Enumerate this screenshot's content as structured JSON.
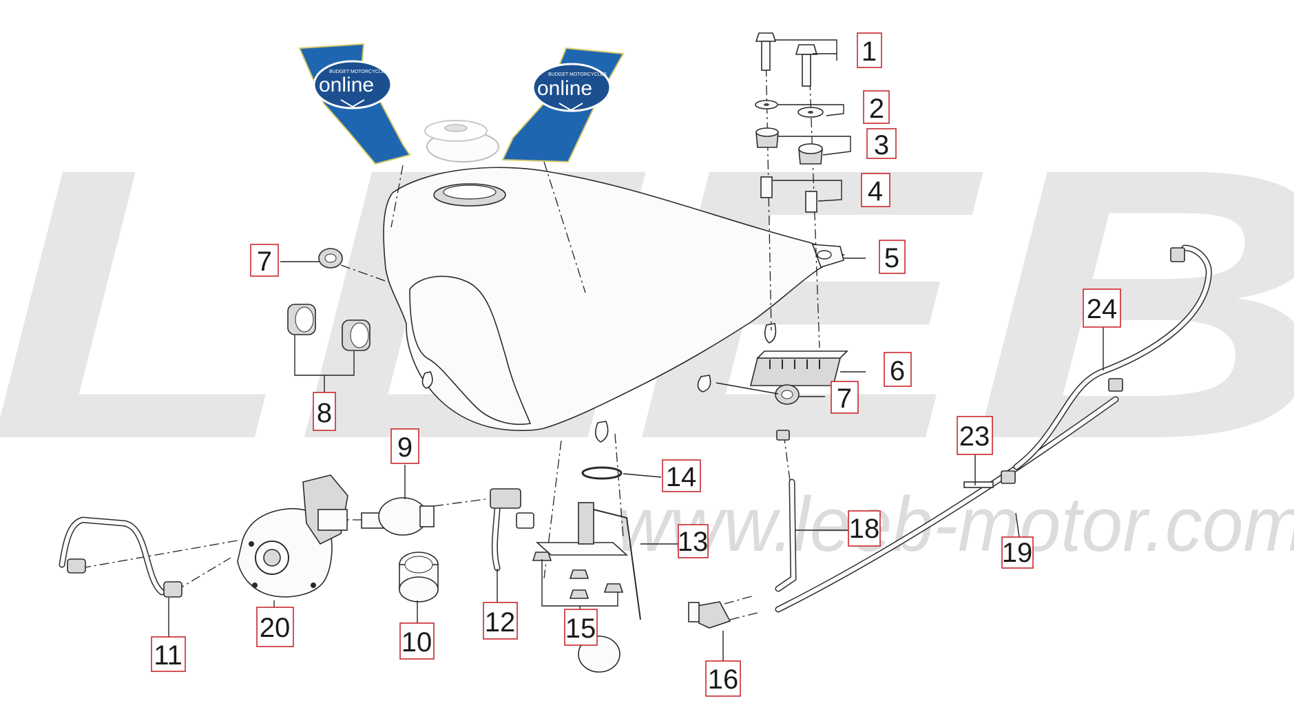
{
  "watermark": {
    "brand": "LEEB",
    "url": "www.leeb-motor.com"
  },
  "emblem": {
    "text": "online",
    "subtext": "BUDGET MOTORCYCLES"
  },
  "callouts": [
    "1",
    "2",
    "3",
    "4",
    "5",
    "6",
    "7",
    "7",
    "7",
    "8",
    "9",
    "10",
    "11",
    "12",
    "13",
    "14",
    "15",
    "16",
    "18",
    "19",
    "20",
    "23",
    "24"
  ],
  "colors": {
    "callout_border": "#c8262c",
    "emblem_blue": "#1e66b0",
    "watermark_gray": "#e6e6e6"
  }
}
